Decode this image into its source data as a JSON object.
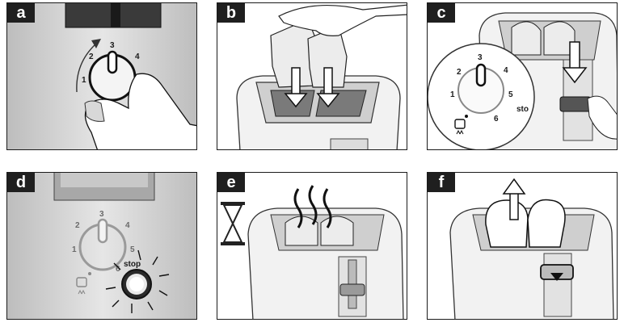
{
  "panels": [
    {
      "id": "a",
      "label": "a"
    },
    {
      "id": "b",
      "label": "b"
    },
    {
      "id": "c",
      "label": "c"
    },
    {
      "id": "d",
      "label": "d"
    },
    {
      "id": "e",
      "label": "e"
    },
    {
      "id": "f",
      "label": "f"
    }
  ],
  "dial": {
    "n1": "1",
    "n2": "2",
    "n3": "3",
    "n4": "4",
    "n5": "5",
    "n6": "6",
    "stop_label": "stop",
    "stop_partial": "sto"
  }
}
